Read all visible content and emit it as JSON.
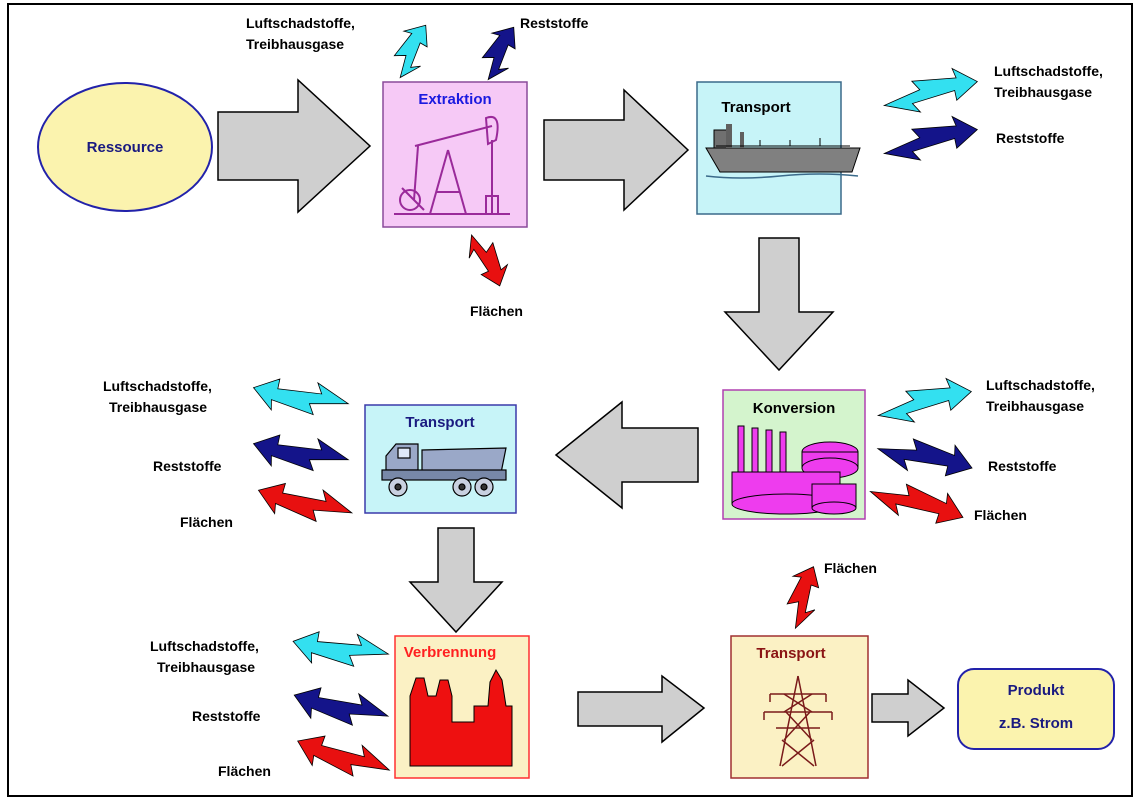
{
  "colors": {
    "emission_air": "#33e0f0",
    "emission_residue": "#14148a",
    "emission_land": "#e81010",
    "flow_arrow_fill": "#cfcfcf",
    "ressource_fill": "#fbf3ae",
    "produkt_fill": "#fbf3ae",
    "extraktion_fill": "#f6c9f6",
    "transport_ship_fill": "#c7f4f8",
    "konversion_fill": "#d4f4cd",
    "transport_truck_fill": "#c7f4f8",
    "verbrennung_fill": "#fbf1c4",
    "transport_power_fill": "#fbf1c4"
  },
  "nodes": {
    "ressource": {
      "label": "Ressource"
    },
    "extraktion": {
      "title": "Extraktion",
      "icon": "oil-pump-icon"
    },
    "transport_ship": {
      "title": "Transport",
      "icon": "tanker-ship-icon"
    },
    "konversion": {
      "title": "Konversion",
      "icon": "refinery-icon"
    },
    "transport_truck": {
      "title": "Transport",
      "icon": "dump-truck-icon"
    },
    "verbrennung": {
      "title": "Verbrennung",
      "icon": "power-plant-icon"
    },
    "transport_power": {
      "title": "Transport",
      "icon": "power-pylon-icon"
    },
    "produkt": {
      "title": "Produkt",
      "subtitle": "z.B. Strom"
    }
  },
  "emissions": {
    "extraktion": {
      "air_line1": "Luftschadstoffe,",
      "air_line2": "Treibhausgase",
      "residue": "Reststoffe",
      "land": "Flächen"
    },
    "transport_ship": {
      "air_line1": "Luftschadstoffe,",
      "air_line2": "Treibhausgase",
      "residue": "Reststoffe"
    },
    "konversion": {
      "air_line1": "Luftschadstoffe,",
      "air_line2": "Treibhausgase",
      "residue": "Reststoffe",
      "land": "Flächen"
    },
    "transport_truck": {
      "air_line1": "Luftschadstoffe,",
      "air_line2": "Treibhausgase",
      "residue": "Reststoffe",
      "land": "Flächen"
    },
    "verbrennung": {
      "air_line1": "Luftschadstoffe,",
      "air_line2": "Treibhausgase",
      "residue": "Reststoffe",
      "land": "Flächen"
    },
    "transport_power": {
      "land": "Flächen"
    }
  }
}
